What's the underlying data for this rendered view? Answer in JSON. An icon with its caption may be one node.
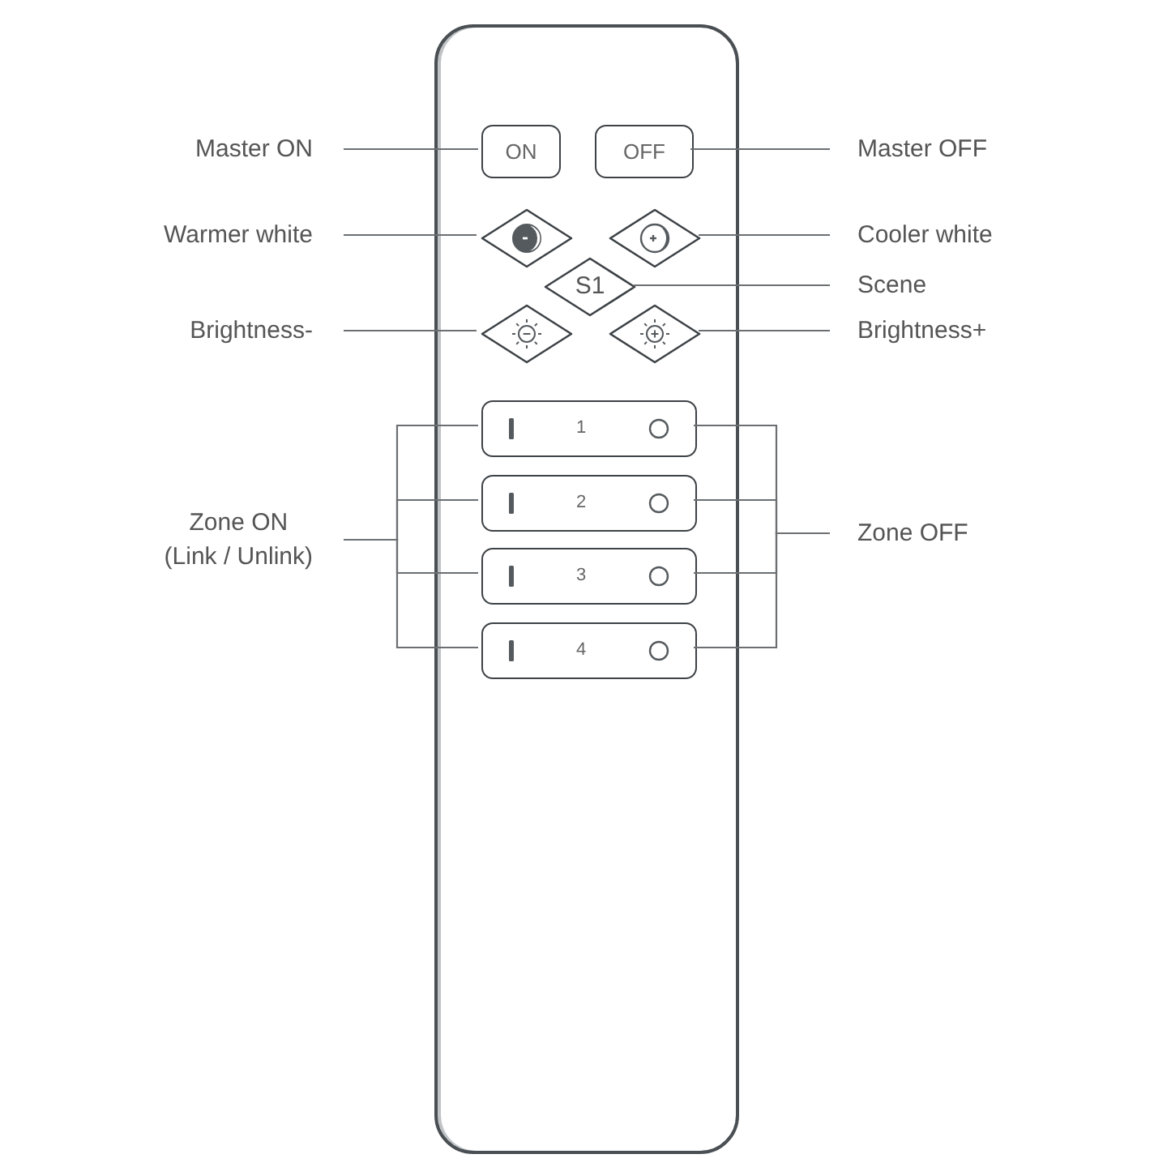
{
  "diagram": {
    "nodes": [
      {
        "text": [],
        "shape": "box"
      },
      {
        "text": [
          "Master ON"
        ]
      },
      {
        "text": [
          "ON"
        ],
        "in": 0
      },
      {
        "text": [
          "OFF"
        ],
        "in": 0
      },
      {
        "text": [
          "Master OFF"
        ]
      },
      {
        "text": [
          "Warmer white"
        ]
      },
      {
        "text": [],
        "shape": "diamond",
        "in": 0
      },
      {
        "text": [],
        "shape": "diamond",
        "in": 0
      },
      {
        "text": [
          "Cooler white"
        ]
      },
      {
        "text": [
          "S1"
        ],
        "in": 0
      },
      {
        "text": [
          "Scene"
        ]
      },
      {
        "text": [
          "Brightness-"
        ]
      },
      {
        "text": [],
        "shape": "diamond",
        "in": 0
      },
      {
        "text": [],
        "shape": "diamond",
        "in": 0
      },
      {
        "text": [
          "Brightness+"
        ]
      },
      {
        "text": [
          "Zone ON",
          "(Link / Unlink)"
        ]
      },
      {
        "text": [
          "1"
        ],
        "in": 0
      },
      {
        "text": [
          "2"
        ],
        "in": 0
      },
      {
        "text": [
          "3"
        ],
        "in": 0
      },
      {
        "text": [
          "4"
        ],
        "in": 0
      },
      {
        "text": [
          "Zone OFF"
        ]
      }
    ],
    "edges": [
      {
        "from": 1,
        "to": 2,
        "arrow": "none"
      },
      {
        "from": 4,
        "to": 3,
        "arrow": "none"
      },
      {
        "from": 5,
        "to": 6,
        "arrow": "none"
      },
      {
        "from": 8,
        "to": 7,
        "arrow": "none"
      },
      {
        "from": 10,
        "to": 9,
        "arrow": "none"
      },
      {
        "from": 11,
        "to": 12,
        "arrow": "none"
      },
      {
        "from": 14,
        "to": 13,
        "arrow": "none"
      },
      {
        "from": 15,
        "to": 16,
        "arrow": "none"
      },
      {
        "from": 15,
        "to": 17,
        "arrow": "none"
      },
      {
        "from": 15,
        "to": 18,
        "arrow": "none"
      },
      {
        "from": 15,
        "to": 19,
        "arrow": "none"
      },
      {
        "from": 20,
        "to": 16,
        "arrow": "none"
      },
      {
        "from": 20,
        "to": 17,
        "arrow": "none"
      },
      {
        "from": 20,
        "to": 18,
        "arrow": "none"
      },
      {
        "from": 20,
        "to": 19,
        "arrow": "none"
      }
    ]
  }
}
